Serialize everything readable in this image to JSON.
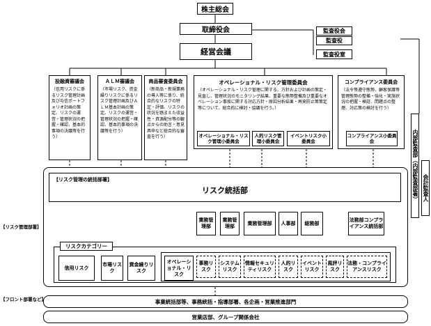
{
  "top": {
    "shareholders": "株主総会",
    "board": "取締役会",
    "management_meeting": "経営会議"
  },
  "audit": {
    "auditors_board": "監査役会",
    "auditor": "監査役",
    "auditor_office": "監査役室"
  },
  "committees": [
    {
      "title": "投融資審議会",
      "desc": "（信用リスクに係るリスク管理計画及び与信ポートフォリオ計画の策定、リスクの運営・管理状況の把握・確認、基本的事項の決議等を行う）"
    },
    {
      "title": "ＡＬＭ審議会",
      "desc": "（市場リスク、資金繰りリスクに係るリスク管理計画及びＡＬＭ基本計画の策定、リスクの運営・管理状況の把握・確認、基本的事項の決議等を行う）"
    },
    {
      "title": "商品審査委員会",
      "desc": "（新商品・新規業務の導入等に係り、統合的なリスクの特定・評価、リスクの状況を踏まえた収益性・資源配分等の観点からの助言・意見具申など総合的な審査を行う）"
    }
  ],
  "operational": {
    "title": "オペレーショナル・リスク管理委員会",
    "desc": "（オペレーショナル・リスク管理に関する、方針および計画の策定・見直し、管理状況のモニタリング結果、重要な態勢整備及び重要なオペレーション事故に関する対応方針・原因分析結果・再発防止策策定等について、総合的に検討・協議を行う。）",
    "subs": [
      "オペレーショナル・リスク管理小委員会",
      "人的リスク管理小委員会",
      "イベントリスク小委員会"
    ]
  },
  "compliance": {
    "title": "コンプライアンス委員会",
    "desc": "（法令等遵守態勢、顧客保護等管理態勢の整備・強化・実施状況の把握・検証、問題点の整理、対応策の検討を行う）",
    "sub": "コンプライアンス小委員会"
  },
  "internal_audit": "内部監査部（内部監査部署）",
  "accounting_auditor": "会計監査人",
  "risk_dept_label": "【リスク管理部署】",
  "supervisory_label": "【リスク管理の統括部署】",
  "risk_hq": "リスク統括部",
  "departments": [
    "業務管理部",
    "業務管理部",
    "業務管理部",
    "人事部",
    "総務部",
    "法務部コンプライアンス統括部"
  ],
  "category_label": "リスクカテゴリー",
  "categories": {
    "credit": "信用リスク",
    "market": "市場リスク",
    "liquidity": "資金繰りリスク",
    "operational": "オペレーショナル・リスク",
    "subs": [
      "事務リスク",
      "システムリスク",
      "情報セキュリティリスク",
      "人的リスク",
      "イベントリスク",
      "風評リスク",
      "法務・コンプライアンスリスク"
    ]
  },
  "front_label": "【フロント部署など】",
  "front_1": "事業統括部等、事務統括・指導部署、各企画・営業推進部門",
  "front_2": "営業店部、グループ関係会社"
}
